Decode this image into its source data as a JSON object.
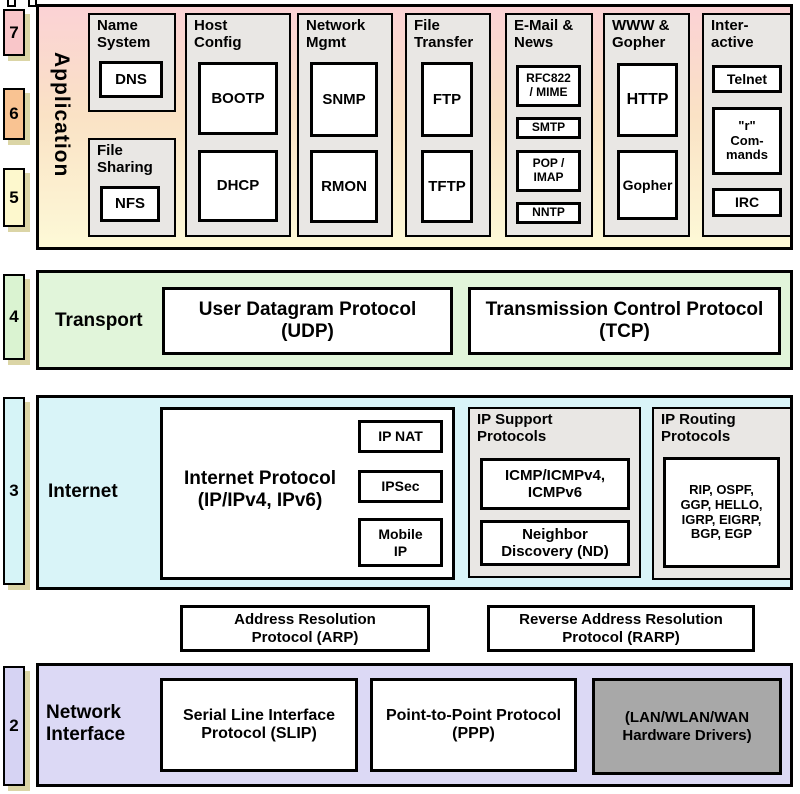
{
  "colors": {
    "app_band_top": "#fbd2d5",
    "app_band_bottom": "#fdf9d7",
    "transport_band": "#e1f5da",
    "internet_band": "#d9f4f8",
    "network_interface_band": "#dcd9f5",
    "layer7_box": "#f9c6c9",
    "layer6_box": "#f9c392",
    "layer5_box": "#fdf8cd",
    "layer4_box": "#daf3d1",
    "layer3_box": "#d6f4f7",
    "layer2_box": "#d6d3f3",
    "group_gray": "#e9e7e4",
    "hardware_gray": "#a8a8a8",
    "shadow_tan": "#dbd5a6",
    "border": "#000000"
  },
  "diagram": {
    "layer_numbers": {
      "l7": "7",
      "l6": "6",
      "l5": "5",
      "l4": "4",
      "l3": "3",
      "l2": "2"
    },
    "application": {
      "label": "Application",
      "groups": {
        "name_system": {
          "header": "Name\nSystem",
          "items": {
            "dns": "DNS"
          }
        },
        "file_sharing": {
          "header": "File\nSharing",
          "items": {
            "nfs": "NFS"
          }
        },
        "host_config": {
          "header": "Host\nConfig",
          "items": {
            "bootp": "BOOTP",
            "dhcp": "DHCP"
          }
        },
        "network_mgmt": {
          "header": "Network\nMgmt",
          "items": {
            "snmp": "SNMP",
            "rmon": "RMON"
          }
        },
        "file_transfer": {
          "header": "File\nTransfer",
          "items": {
            "ftp": "FTP",
            "tftp": "TFTP"
          }
        },
        "email_news": {
          "header": "E-Mail &\nNews",
          "items": {
            "rfc822": "RFC822\n/ MIME",
            "smtp": "SMTP",
            "pop_imap": "POP /\nIMAP",
            "nntp": "NNTP"
          }
        },
        "www_gopher": {
          "header": "WWW &\nGopher",
          "items": {
            "http": "HTTP",
            "gopher": "Gopher"
          }
        },
        "interactive": {
          "header": "Inter-\nactive",
          "items": {
            "telnet": "Telnet",
            "r_commands": "\"r\"\nCom-\nmands",
            "irc": "IRC"
          }
        }
      }
    },
    "transport": {
      "label": "Transport",
      "udp": "User Datagram Protocol\n(UDP)",
      "tcp": "Transmission Control Protocol\n(TCP)"
    },
    "internet": {
      "label": "Internet",
      "ip": "Internet Protocol\n(IP/IPv4, IPv6)",
      "ip_nat": "IP NAT",
      "ipsec": "IPSec",
      "mobile_ip": "Mobile\nIP",
      "support": {
        "header": "IP Support\nProtocols",
        "icmp": "ICMP/ICMPv4,\nICMPv6",
        "nd": "Neighbor\nDiscovery (ND)"
      },
      "routing": {
        "header": "IP Routing\nProtocols",
        "list": "RIP, OSPF,\nGGP, HELLO,\nIGRP, EIGRP,\nBGP, EGP"
      }
    },
    "arp": "Address Resolution\nProtocol (ARP)",
    "rarp": "Reverse Address Resolution\nProtocol (RARP)",
    "network_interface": {
      "label": "Network\nInterface",
      "slip": "Serial Line Interface\nProtocol (SLIP)",
      "ppp": "Point-to-Point Protocol\n(PPP)",
      "hw": "(LAN/WLAN/WAN\nHardware Drivers)"
    }
  }
}
